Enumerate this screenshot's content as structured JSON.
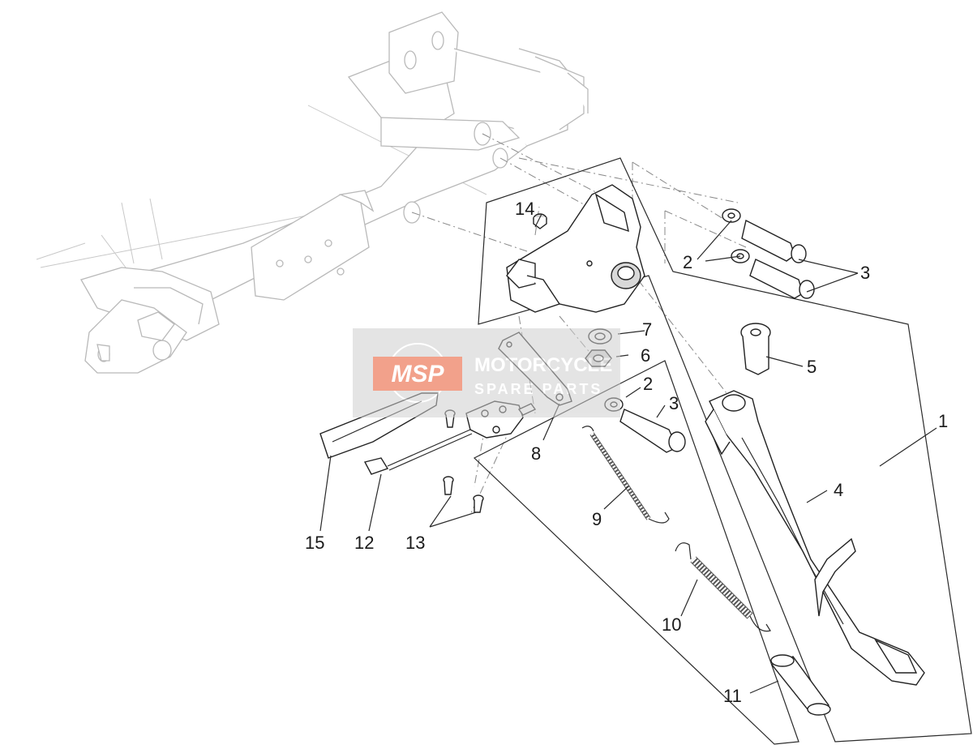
{
  "callouts": [
    {
      "id": "1",
      "text": "1"
    },
    {
      "id": "2a",
      "text": "2"
    },
    {
      "id": "2b",
      "text": "2"
    },
    {
      "id": "3a",
      "text": "3"
    },
    {
      "id": "3b",
      "text": "3"
    },
    {
      "id": "4",
      "text": "4"
    },
    {
      "id": "5",
      "text": "5"
    },
    {
      "id": "6",
      "text": "6"
    },
    {
      "id": "7",
      "text": "7"
    },
    {
      "id": "8",
      "text": "8"
    },
    {
      "id": "9",
      "text": "9"
    },
    {
      "id": "10",
      "text": "10"
    },
    {
      "id": "11",
      "text": "11"
    },
    {
      "id": "12",
      "text": "12"
    },
    {
      "id": "13",
      "text": "13"
    },
    {
      "id": "14",
      "text": "14"
    },
    {
      "id": "15",
      "text": "15"
    }
  ],
  "watermark": {
    "logo": "MSP",
    "line1": "MOTORCYCLE",
    "line2": "SPARE PARTS",
    "accent": "#e8562e",
    "panel": "#cfcfcf"
  }
}
